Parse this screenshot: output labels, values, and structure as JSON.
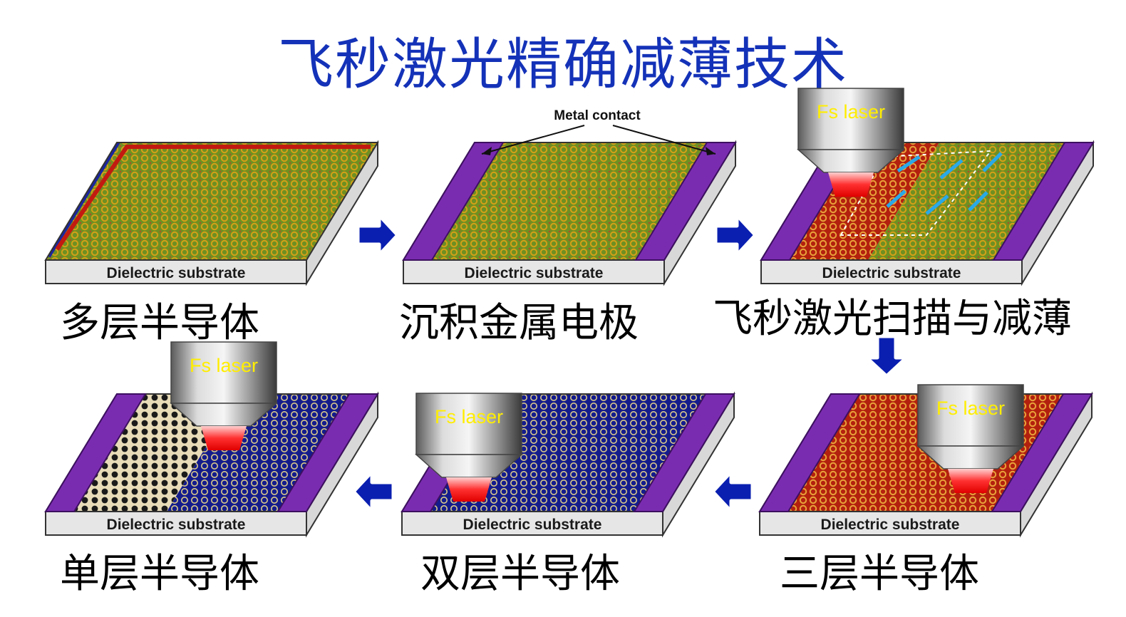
{
  "title": "飞秒激光精确减薄技术",
  "substrate_label": "Dielectric substrate",
  "laser_label": "Fs laser",
  "metal_contact_label": "Metal contact",
  "steps": [
    {
      "caption": "多层半导体"
    },
    {
      "caption": "沉积金属电极"
    },
    {
      "caption": "飞秒激光扫描与减薄"
    },
    {
      "caption": "三层半导体"
    },
    {
      "caption": "双层半导体"
    },
    {
      "caption": "单层半导体"
    }
  ],
  "colors": {
    "title": "#1432b8",
    "electrode": "#7a2cb0",
    "substrate_side": "#d8d8d8",
    "arrow": "#0a1fb0",
    "lattice_multilayer": "#7a9a2a",
    "lattice_trilayer": "#b81e10",
    "lattice_bilayer": "#1a24a0",
    "lattice_monolayer": "#1a1a1a"
  }
}
